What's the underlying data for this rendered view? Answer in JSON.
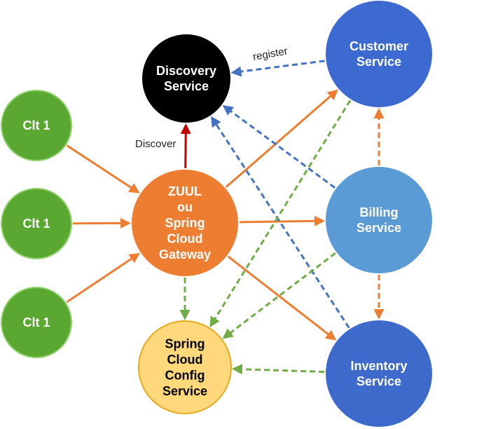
{
  "colors": {
    "client": "#5aa832",
    "client_stroke": "#8fd16a",
    "gateway": "#ed7d31",
    "discovery": "#000000",
    "config": "#fed87a",
    "config_stroke": "#e7a91e",
    "customer": "#3c6ad1",
    "billing": "#5b9bd5",
    "inventory": "#3d6acb",
    "arrow_orange": "#ed7d31",
    "arrow_blue": "#4472c4",
    "arrow_green": "#70ad47",
    "arrow_red": "#c00000"
  },
  "nodes": {
    "discovery": {
      "lines": [
        "Discovery",
        "Service"
      ]
    },
    "client1": {
      "lines": [
        "Clt 1"
      ]
    },
    "client2": {
      "lines": [
        "Clt 1"
      ]
    },
    "client3": {
      "lines": [
        "Clt 1"
      ]
    },
    "gateway": {
      "lines": [
        "ZUUL",
        "ou",
        "Spring",
        "Cloud",
        "Gateway"
      ]
    },
    "config": {
      "lines": [
        "Spring",
        "Cloud",
        "Config",
        "Service"
      ]
    },
    "customer": {
      "lines": [
        "Customer",
        "Service"
      ]
    },
    "billing": {
      "lines": [
        "Billing",
        "Service"
      ]
    },
    "inventory": {
      "lines": [
        "Inventory",
        "Service"
      ]
    }
  },
  "edge_labels": {
    "register": "register",
    "discover": "Discover"
  },
  "edges": [
    {
      "id": "clt1-gw",
      "from": "client1",
      "to": "gateway",
      "style": "solid",
      "color": "arrow_orange"
    },
    {
      "id": "clt2-gw",
      "from": "client2",
      "to": "gateway",
      "style": "solid",
      "color": "arrow_orange"
    },
    {
      "id": "clt3-gw",
      "from": "client3",
      "to": "gateway",
      "style": "solid",
      "color": "arrow_orange"
    },
    {
      "id": "gw-disc",
      "from": "gateway",
      "to": "discovery",
      "style": "solid",
      "color": "arrow_red"
    },
    {
      "id": "gw-cust",
      "from": "gateway",
      "to": "customer",
      "style": "solid",
      "color": "arrow_orange"
    },
    {
      "id": "gw-bill",
      "from": "gateway",
      "to": "billing",
      "style": "solid",
      "color": "arrow_orange"
    },
    {
      "id": "gw-inv",
      "from": "gateway",
      "to": "inventory",
      "style": "solid",
      "color": "arrow_orange"
    },
    {
      "id": "cust-disc",
      "from": "customer",
      "to": "discovery",
      "style": "dashed",
      "color": "arrow_blue"
    },
    {
      "id": "bill-disc",
      "from": "billing",
      "to": "discovery",
      "style": "dashed",
      "color": "arrow_blue"
    },
    {
      "id": "inv-disc",
      "from": "inventory",
      "to": "discovery",
      "style": "dashed",
      "color": "arrow_blue"
    },
    {
      "id": "bill-cust",
      "from": "billing",
      "to": "customer",
      "style": "dashed",
      "color": "arrow_orange"
    },
    {
      "id": "bill-inv",
      "from": "billing",
      "to": "inventory",
      "style": "dashed",
      "color": "arrow_orange"
    },
    {
      "id": "gw-conf",
      "from": "gateway",
      "to": "config",
      "style": "dashed",
      "color": "arrow_green"
    },
    {
      "id": "cust-conf",
      "from": "customer",
      "to": "config",
      "style": "dashed",
      "color": "arrow_green"
    },
    {
      "id": "bill-conf",
      "from": "billing",
      "to": "config",
      "style": "dashed",
      "color": "arrow_green"
    },
    {
      "id": "inv-conf",
      "from": "inventory",
      "to": "config",
      "style": "dashed",
      "color": "arrow_green"
    }
  ]
}
